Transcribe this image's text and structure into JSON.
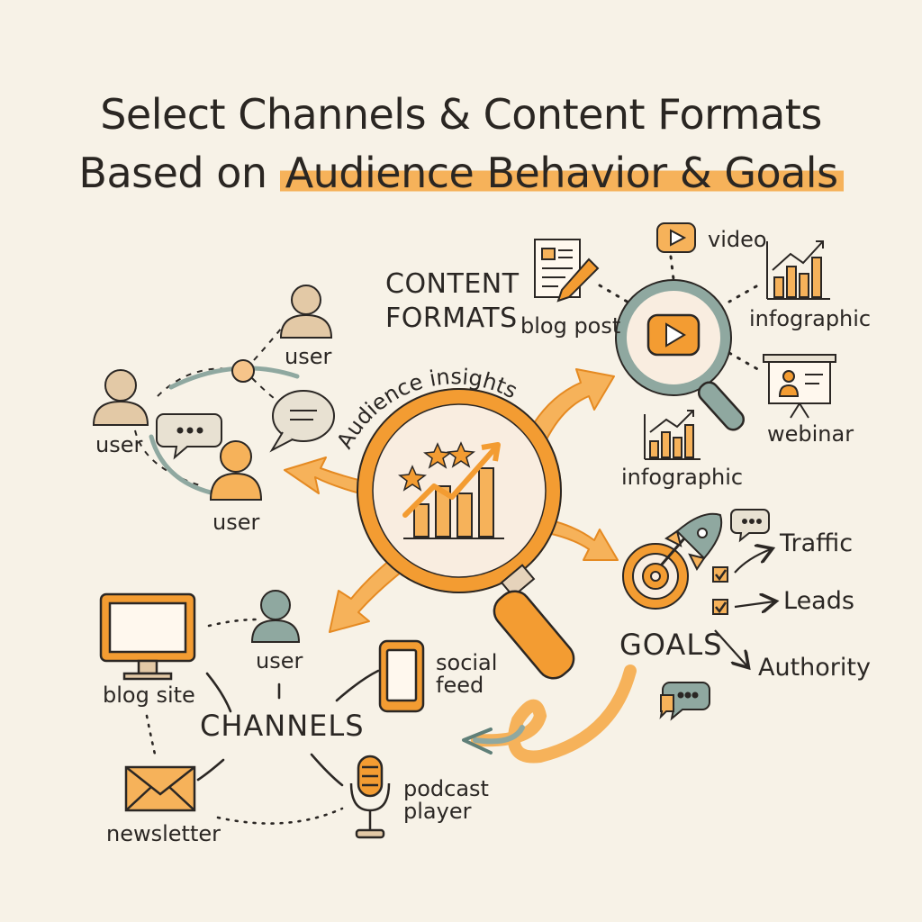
{
  "title": {
    "line1": "Select Channels & Content Formats",
    "line2_pre": "Based on",
    "line2_highlight": "Audience Behavior & Goals"
  },
  "center": {
    "label": "Audience insights"
  },
  "users": [
    "user",
    "user",
    "user",
    "user"
  ],
  "content_formats": {
    "heading_line1": "CONTENT",
    "heading_line2": "FORMATS",
    "items": [
      "blog post",
      "video",
      "infographic",
      "webinar",
      "infographic"
    ]
  },
  "channels": {
    "heading": "CHANNELS",
    "items": [
      "blog site",
      "social\nfeed",
      "newsletter",
      "podcast\nplayer"
    ]
  },
  "goals": {
    "heading": "GOALS",
    "items": [
      "Traffic",
      "Leads",
      "Authority"
    ]
  },
  "colors": {
    "accent": "#f39c32",
    "accent_light": "#f6b25a",
    "teal": "#8fa8a0",
    "beige": "#e3c9a6",
    "ink": "#2b2724",
    "background": "#f7f2e7"
  }
}
